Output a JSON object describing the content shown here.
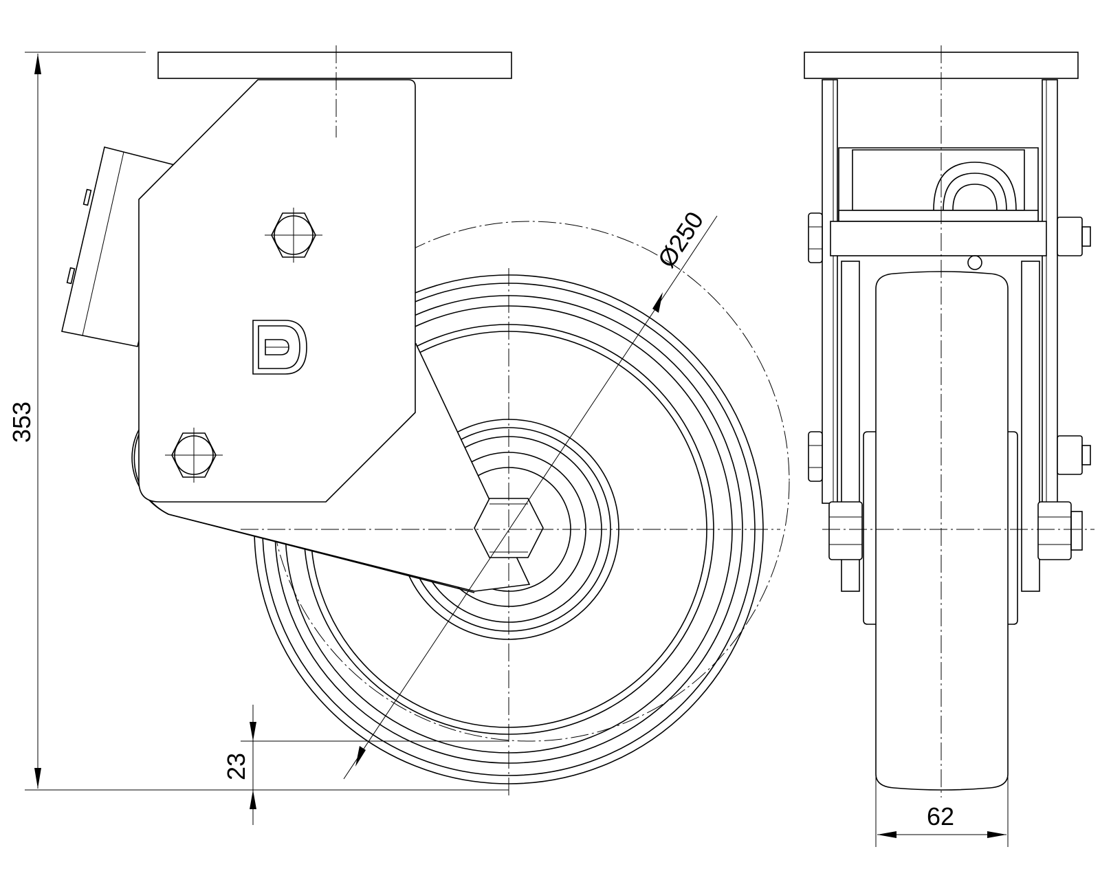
{
  "drawing": {
    "dimensions": {
      "overall_height": "353",
      "wheel_diameter": "Ø250",
      "offset": "23",
      "wheel_width": "62"
    },
    "logo_letter": "D"
  }
}
